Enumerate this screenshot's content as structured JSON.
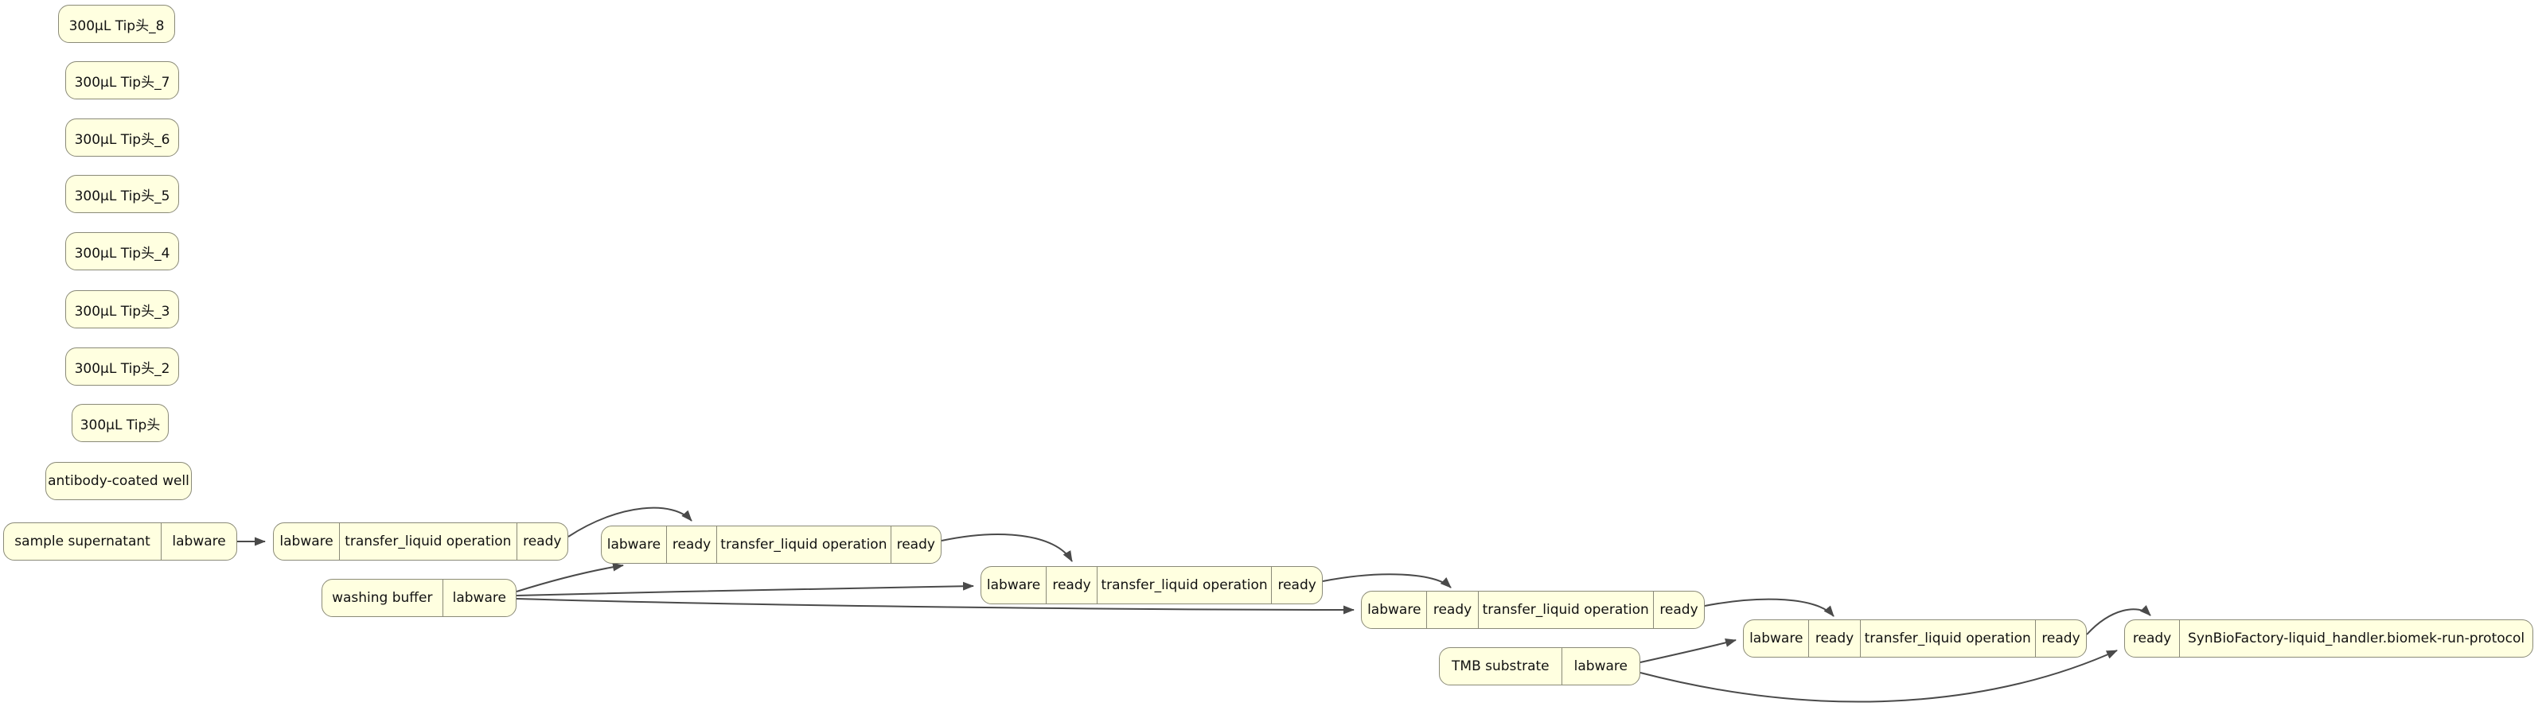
{
  "diagram": {
    "background": "#ffffff",
    "node_fill": "#ffffe0",
    "node_border": "#8a8a78",
    "edge_color": "#4a4a4a"
  },
  "nodes": {
    "tip8": {
      "cells": [
        "300μL Tip头_8"
      ]
    },
    "tip7": {
      "cells": [
        "300μL Tip头_7"
      ]
    },
    "tip6": {
      "cells": [
        "300μL Tip头_6"
      ]
    },
    "tip5": {
      "cells": [
        "300μL Tip头_5"
      ]
    },
    "tip4": {
      "cells": [
        "300μL Tip头_4"
      ]
    },
    "tip3": {
      "cells": [
        "300μL Tip头_3"
      ]
    },
    "tip2": {
      "cells": [
        "300μL Tip头_2"
      ]
    },
    "tip1": {
      "cells": [
        "300μL Tip头"
      ]
    },
    "antibody_well": {
      "cells": [
        "antibody-coated well"
      ]
    },
    "sample": {
      "cells": [
        "sample supernatant",
        "labware"
      ]
    },
    "transfer1": {
      "cells": [
        "labware",
        "transfer_liquid operation",
        "ready"
      ]
    },
    "transfer2": {
      "cells": [
        "labware",
        "ready",
        "transfer_liquid operation",
        "ready"
      ]
    },
    "washing_buffer": {
      "cells": [
        "washing buffer",
        "labware"
      ]
    },
    "transfer3": {
      "cells": [
        "labware",
        "ready",
        "transfer_liquid operation",
        "ready"
      ]
    },
    "transfer4": {
      "cells": [
        "labware",
        "ready",
        "transfer_liquid operation",
        "ready"
      ]
    },
    "transfer5": {
      "cells": [
        "labware",
        "ready",
        "transfer_liquid operation",
        "ready"
      ]
    },
    "tmb": {
      "cells": [
        "TMB substrate",
        "labware"
      ]
    },
    "run_protocol": {
      "cells": [
        "ready",
        "SynBioFactory-liquid_handler.biomek-run-protocol"
      ]
    }
  },
  "edges": [
    {
      "from": "sample",
      "to": "transfer1"
    },
    {
      "from": "transfer1",
      "to": "transfer2"
    },
    {
      "from": "washing_buffer",
      "to": "transfer2"
    },
    {
      "from": "transfer2",
      "to": "transfer3"
    },
    {
      "from": "washing_buffer",
      "to": "transfer3"
    },
    {
      "from": "transfer3",
      "to": "transfer4"
    },
    {
      "from": "washing_buffer",
      "to": "transfer4"
    },
    {
      "from": "transfer4",
      "to": "transfer5"
    },
    {
      "from": "tmb",
      "to": "transfer5"
    },
    {
      "from": "transfer5",
      "to": "run_protocol"
    },
    {
      "from": "tmb",
      "to": "run_protocol"
    }
  ]
}
